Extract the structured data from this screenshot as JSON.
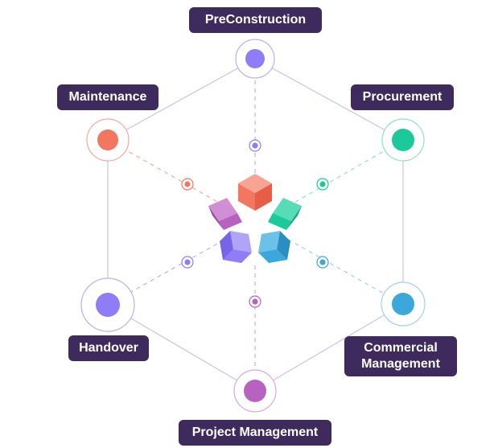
{
  "stages": {
    "preconstruction": {
      "label": "PreConstruction",
      "color": "#8f7df7"
    },
    "procurement": {
      "label": "Procurement",
      "color": "#1cc99a"
    },
    "commercial": {
      "label": "Commercial Management",
      "color": "#3aa8da"
    },
    "project": {
      "label": "Project Management",
      "color": "#b862bf"
    },
    "handover": {
      "label": "Handover",
      "color": "#8f7df7"
    },
    "maintenance": {
      "label": "Maintenance",
      "color": "#f3775f"
    }
  },
  "colors": {
    "label_bg": "#3f2a5e",
    "outline": "#c9c4e8",
    "cube_coral": "#f3775f",
    "cube_green": "#1cc99a",
    "cube_blue": "#3aa8da",
    "cube_violet": "#8f7df7",
    "cube_purple": "#b862bf"
  }
}
